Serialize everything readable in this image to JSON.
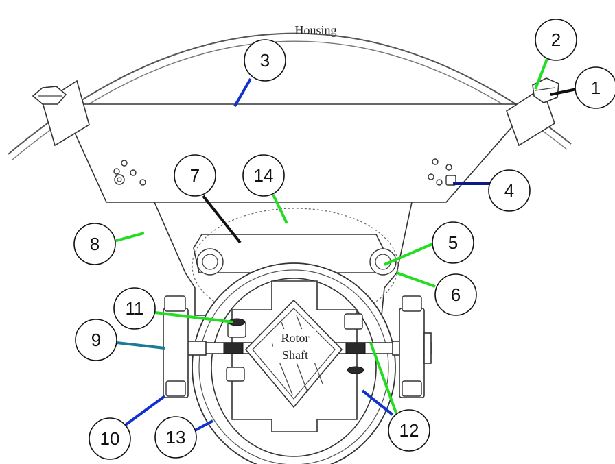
{
  "labels": {
    "housing": "Housing",
    "rotor_line1": "Rotor",
    "rotor_line2": "Shaft"
  },
  "callouts": [
    {
      "number": "1",
      "leader_color": "#111111"
    },
    {
      "number": "2",
      "leader_color": "#22dd22"
    },
    {
      "number": "3",
      "leader_color": "#1133cc"
    },
    {
      "number": "4",
      "leader_color": "#0a1a88"
    },
    {
      "number": "5",
      "leader_color": "#22dd22"
    },
    {
      "number": "6",
      "leader_color": "#22dd22"
    },
    {
      "number": "7",
      "leader_color": "#111111"
    },
    {
      "number": "8",
      "leader_color": "#22dd22"
    },
    {
      "number": "9",
      "leader_color": "#1a7a9a"
    },
    {
      "number": "10",
      "leader_color": "#1133cc"
    },
    {
      "number": "11",
      "leader_color": "#22dd22"
    },
    {
      "number": "12",
      "leader_color": "#22dd22"
    },
    {
      "number": "13",
      "leader_color": "#1133cc"
    },
    {
      "number": "14",
      "leader_color": "#22dd22"
    }
  ],
  "colors": {
    "green": "#22dd22",
    "blue": "#1133cc",
    "navy": "#0a1a88",
    "teal": "#1a7a9a",
    "black": "#111111"
  }
}
